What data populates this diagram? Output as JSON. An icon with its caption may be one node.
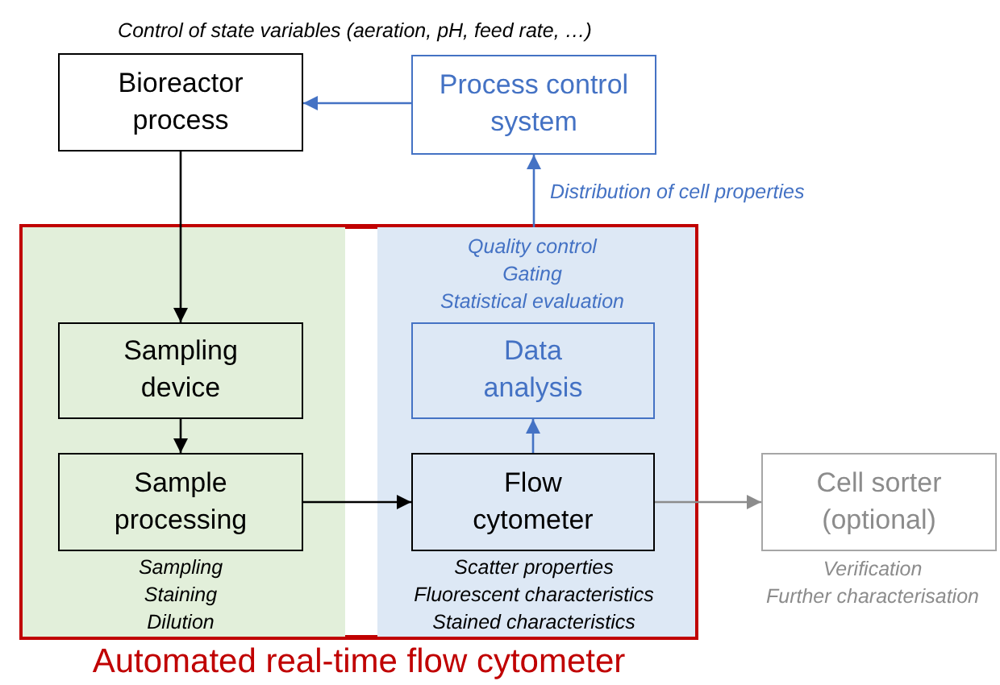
{
  "diagram": {
    "nodes": [
      {
        "text": [
          "Bioreactor process"
        ],
        "beside": [
          "Control of state variables (aeration, pH, feed rate, …)"
        ]
      },
      {
        "text": [
          "Process control system"
        ]
      },
      {
        "text": [
          "Automated real-time flow cytometer"
        ]
      },
      {
        "text": [],
        "shape": "box",
        "in": 2
      },
      {
        "text": [],
        "shape": "box",
        "in": 2
      },
      {
        "text": [
          "Sampling device"
        ],
        "in": 3
      },
      {
        "text": [
          "Data analysis"
        ],
        "in": 4,
        "beside": [
          "Quality control",
          "Gating",
          "Statistical evaluation"
        ]
      },
      {
        "text": [
          "Sample processing"
        ],
        "in": 3,
        "beside": [
          "Sampling",
          "Staining",
          "Dilution"
        ]
      },
      {
        "text": [
          "Flow cytometer"
        ],
        "in": 4,
        "beside": [
          "Scatter properties",
          "Fluorescent characteristics",
          "Stained characteristics"
        ]
      },
      {
        "text": [
          "Cell sorter (optional)"
        ],
        "beside": [
          "Verification",
          "Further characterisation"
        ]
      }
    ],
    "edges": [
      {
        "from": 1,
        "to": 0,
        "arrow": "to",
        "color": "#4472c4"
      },
      {
        "from": 0,
        "to": 5,
        "arrow": "to",
        "color": "#000000"
      },
      {
        "from": 5,
        "to": 7,
        "arrow": "to",
        "color": "#000000"
      },
      {
        "from": 7,
        "to": 8,
        "arrow": "to",
        "color": "#000000"
      },
      {
        "from": 8,
        "to": 6,
        "arrow": "to",
        "color": "#4472c4"
      },
      {
        "from": 8,
        "to": 9,
        "arrow": "to",
        "color": "#8c8c8c"
      },
      {
        "from": 4,
        "to": 1,
        "arrow": "to",
        "label": "Distribution of cell properties",
        "color": "#4472c4"
      }
    ]
  }
}
